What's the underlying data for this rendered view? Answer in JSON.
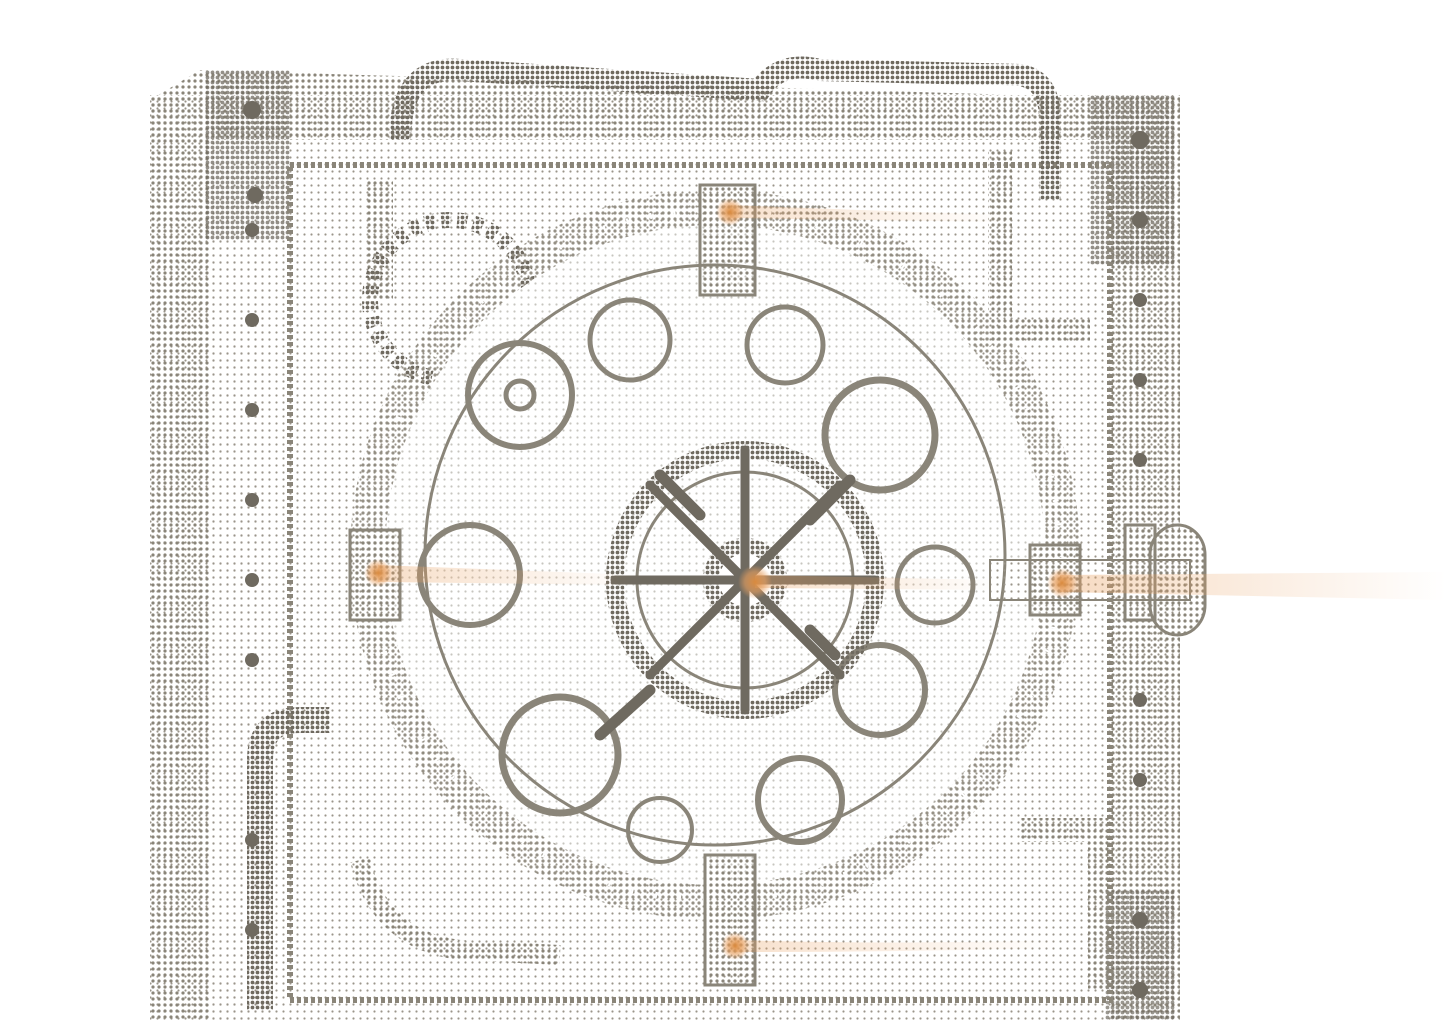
{
  "illustration": {
    "subject": "steampunk-vault-door",
    "colors": {
      "ink": "#8a8579",
      "ink_dark": "#6f6a60",
      "paper": "#ffffff",
      "glow": "#e8a060",
      "glow_core": "#d98a3e"
    },
    "glow_points": [
      {
        "name": "glow-top"
      },
      {
        "name": "glow-left"
      },
      {
        "name": "glow-center"
      },
      {
        "name": "glow-right"
      },
      {
        "name": "glow-bottom"
      }
    ]
  }
}
